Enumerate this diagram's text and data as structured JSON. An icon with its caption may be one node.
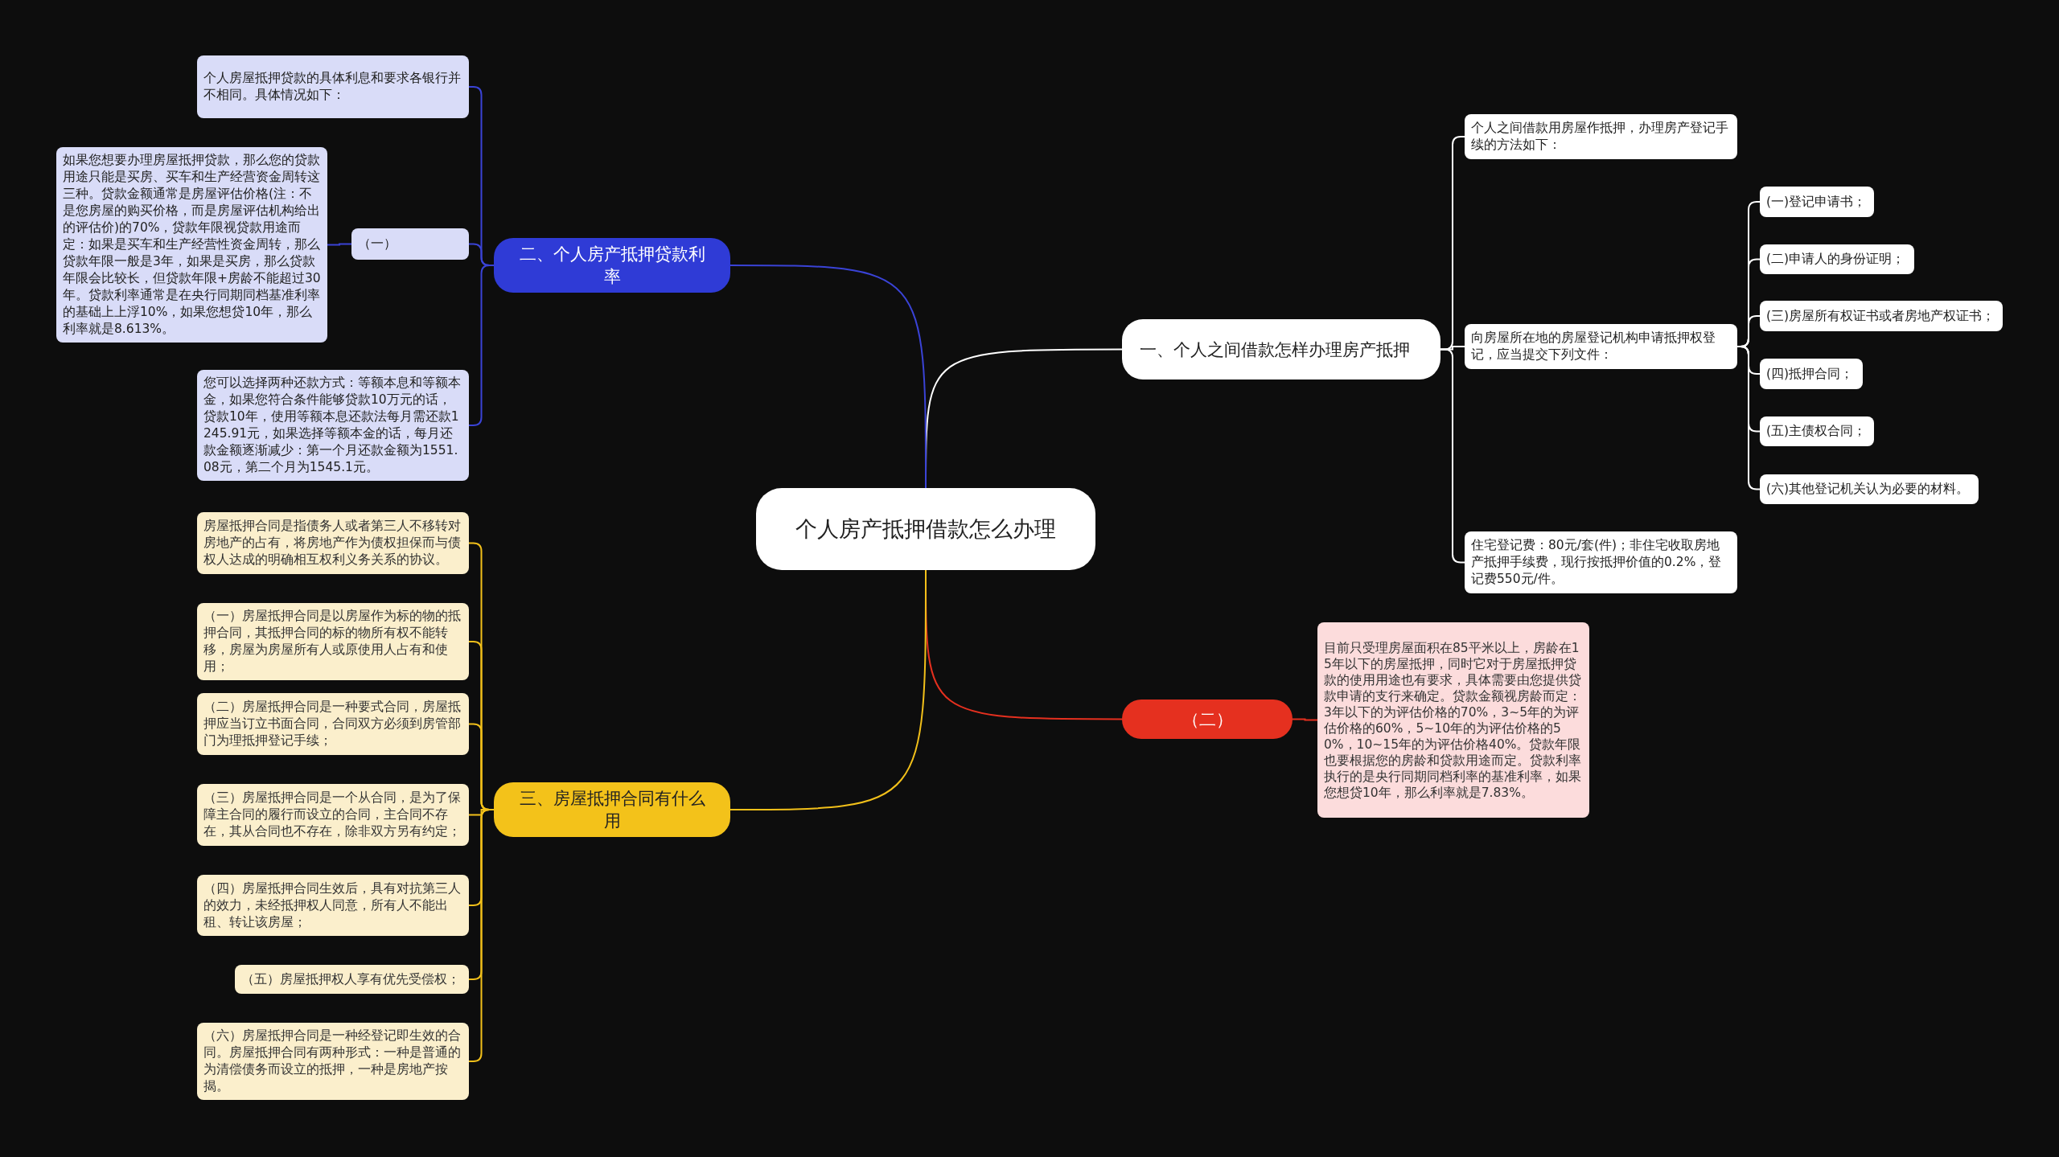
{
  "diagram": {
    "nodes": [
      {
        "text": [
          "个人房产抵押借款怎么办理"
        ]
      },
      {
        "text": [
          "一、个人之间借款怎样办理房产抵押"
        ]
      },
      {
        "text": [
          "个人之间借款用房屋作抵押，办理房产登记手续的方法如下："
        ]
      },
      {
        "text": [
          "向房屋所在地的房屋登记机构申请抵押权登记，应当提交下列文件："
        ]
      },
      {
        "text": [
          "(一)登记申请书；"
        ]
      },
      {
        "text": [
          "(二)申请人的身份证明；"
        ]
      },
      {
        "text": [
          "(三)房屋所有权证书或者房地产权证书；"
        ]
      },
      {
        "text": [
          "(四)抵押合同；"
        ]
      },
      {
        "text": [
          "(五)主债权合同；"
        ]
      },
      {
        "text": [
          "(六)其他登记机关认为必要的材料。"
        ]
      },
      {
        "text": [
          "住宅登记费：80元/套(件)；非住宅收取房地产抵押手续费，现行按抵押价值的0.2%，登记费550元/件。"
        ]
      },
      {
        "text": [
          "（二）"
        ]
      },
      {
        "text": [
          "目前只受理房屋面积在85平米以上，房龄在15年以下的房屋抵押，同时它对于房屋抵押贷款的使用用途也有要求，具体需要由您提供贷款申请的支行来确定。贷款金额视房龄而定：3年以下的为评估价格的70%，3~5年的为评估价格的60%，5~10年的为评估价格的50%，10~15年的为评估价格40%。贷款年限也要根据您的房龄和贷款用途而定。贷款利率执行的是央行同期同档利率的基准利率，如果您想贷10年，那么利率就是7.83%。"
        ]
      },
      {
        "text": [
          "二、个人房产抵押贷款利率"
        ]
      },
      {
        "text": [
          "个人房屋抵押贷款的具体利息和要求各银行并不相同。具体情况如下："
        ]
      },
      {
        "text": [
          "（一）"
        ]
      },
      {
        "text": [
          "如果您想要办理房屋抵押贷款，那么您的贷款用途只能是买房、买车和生产经营资金周转这三种。贷款金额通常是房屋评估价格(注：不是您房屋的购买价格，而是房屋评估机构给出的评估价)的70%，贷款年限视贷款用途而定：如果是买车和生产经营性资金周转，那么贷款年限一般是3年，如果是买房，那么贷款年限会比较长，但贷款年限+房龄不能超过30年。贷款利率通常是在央行同期同档基准利率的基础上上浮10%，如果您想贷10年，那么利率就是8.613%。"
        ]
      },
      {
        "text": [
          "您可以选择两种还款方式：等额本息和等额本金，如果您符合条件能够贷款10万元的话，贷款10年，使用等额本息还款法每月需还款1245.91元，如果选择等额本金的话，每月还款金额逐渐减少：第一个月还款金额为1551.08元，第二个月为1545.1元。"
        ]
      },
      {
        "text": [
          "三、房屋抵押合同有什么用"
        ]
      },
      {
        "text": [
          "房屋抵押合同是指债务人或者第三人不移转对房地产的占有，将房地产作为债权担保而与债权人达成的明确相互权利义务关系的协议。"
        ]
      },
      {
        "text": [
          "（一）房屋抵押合同是以房屋作为标的物的抵押合同，其抵押合同的标的物所有权不能转移，房屋为房屋所有人或原使用人占有和使用；"
        ]
      },
      {
        "text": [
          "（二）房屋抵押合同是一种要式合同，房屋抵押应当订立书面合同，合同双方必须到房管部门为理抵押登记手续；"
        ]
      },
      {
        "text": [
          "（三）房屋抵押合同是一个从合同，是为了保障主合同的履行而设立的合同，主合同不存在，其从合同也不存在，除非双方另有约定；"
        ]
      },
      {
        "text": [
          "（四）房屋抵押合同生效后，具有对抗第三人的效力，未经抵押权人同意，所有人不能出租、转让该房屋；"
        ]
      },
      {
        "text": [
          "（五）房屋抵押权人享有优先受偿权；"
        ]
      },
      {
        "text": [
          "（六）房屋抵押合同是一种经登记即生效的合同。房屋抵押合同有两种形式：一种是普通的为清偿债务而设立的抵押，一种是房地产按揭。"
        ]
      }
    ],
    "edges": [
      {
        "from": 0,
        "to": 1,
        "arrow": "none"
      },
      {
        "from": 1,
        "to": 2,
        "arrow": "none"
      },
      {
        "from": 1,
        "to": 3,
        "arrow": "none"
      },
      {
        "from": 3,
        "to": 4,
        "arrow": "none"
      },
      {
        "from": 3,
        "to": 5,
        "arrow": "none"
      },
      {
        "from": 3,
        "to": 6,
        "arrow": "none"
      },
      {
        "from": 3,
        "to": 7,
        "arrow": "none"
      },
      {
        "from": 3,
        "to": 8,
        "arrow": "none"
      },
      {
        "from": 3,
        "to": 9,
        "arrow": "none"
      },
      {
        "from": 1,
        "to": 10,
        "arrow": "none"
      },
      {
        "from": 0,
        "to": 11,
        "arrow": "none",
        "color": "#e5301f"
      },
      {
        "from": 11,
        "to": 12,
        "arrow": "none",
        "color": "#e5301f"
      },
      {
        "from": 0,
        "to": 13,
        "arrow": "none",
        "color": "#3a43d6"
      },
      {
        "from": 13,
        "to": 14,
        "arrow": "none",
        "color": "#3a43d6"
      },
      {
        "from": 13,
        "to": 15,
        "arrow": "none",
        "color": "#3a43d6"
      },
      {
        "from": 15,
        "to": 16,
        "arrow": "none",
        "color": "#3a43d6"
      },
      {
        "from": 13,
        "to": 17,
        "arrow": "none",
        "color": "#3a43d6"
      },
      {
        "from": 0,
        "to": 18,
        "arrow": "none",
        "color": "#f2c01a"
      },
      {
        "from": 18,
        "to": 19,
        "arrow": "none",
        "color": "#f2c01a"
      },
      {
        "from": 18,
        "to": 20,
        "arrow": "none",
        "color": "#f2c01a"
      },
      {
        "from": 18,
        "to": 21,
        "arrow": "none",
        "color": "#f2c01a"
      },
      {
        "from": 18,
        "to": 22,
        "arrow": "none",
        "color": "#f2c01a"
      },
      {
        "from": 18,
        "to": 23,
        "arrow": "none",
        "color": "#f2c01a"
      },
      {
        "from": 18,
        "to": 24,
        "arrow": "none",
        "color": "#f2c01a"
      },
      {
        "from": 18,
        "to": 25,
        "arrow": "none",
        "color": "#f2c01a"
      }
    ]
  }
}
